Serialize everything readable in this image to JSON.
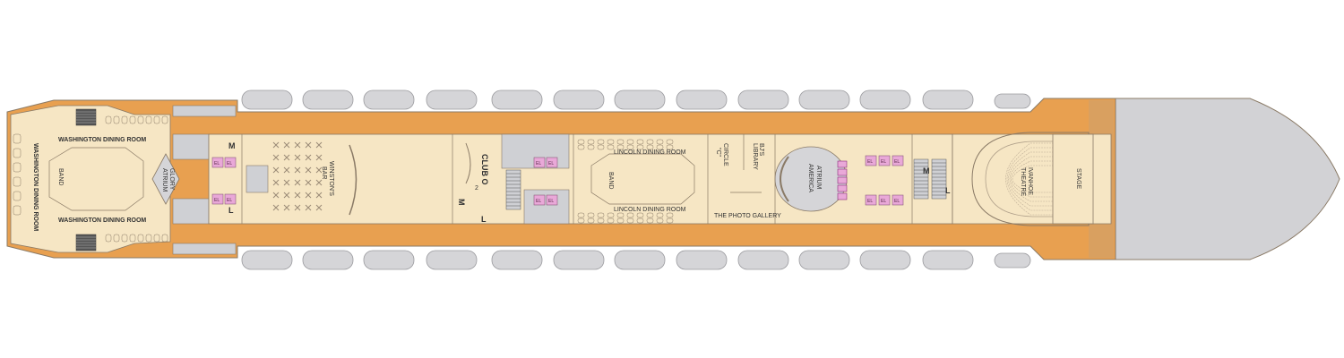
{
  "colors": {
    "interior": "#f6e6c4",
    "promenade": "#e8a050",
    "deck_wood": "#d9a060",
    "service": "#cfd0d4",
    "lifeboat": "#d5d5d8",
    "elevator": "#e9a8d8",
    "outline": "#8a7a66",
    "bow": "#d2d2d5"
  },
  "venues": {
    "washington_top": "WASHINGTON DINING ROOM",
    "washington_bottom": "WASHINGTON DINING ROOM",
    "washington_vertical": "WASHINGTON DINING ROOM",
    "band_aft": "BAND",
    "glory_atrium_1": "GLORY",
    "glory_atrium_2": "ATRIUM",
    "winstons_1": "WINSTON'S",
    "winstons_2": "BAR",
    "club_o2": "CLUB O",
    "club_o2_sub": "2",
    "lincoln_top": "LINCOLN DINING ROOM",
    "lincoln_bottom": "LINCOLN DINING ROOM",
    "band_lincoln": "BAND",
    "circle_c_1": "CIRCLE",
    "circle_c_2": "\"C\"",
    "bjs_library_1": "BJ'S",
    "bjs_library_2": "LIBRARY",
    "photo_gallery": "THE PHOTO GALLERY",
    "atrium_america_1": "ATRIUM",
    "atrium_america_2": "AMERICA",
    "ivanhoe_1": "IVANHOE",
    "ivanhoe_2": "THEATRE",
    "stage": "STAGE"
  },
  "restrooms": {
    "men_aft": "M",
    "women_aft": "L",
    "men_mid": "M",
    "women_mid": "L",
    "men_fwd": "M",
    "women_fwd": "L"
  },
  "elevator_label": "EL"
}
